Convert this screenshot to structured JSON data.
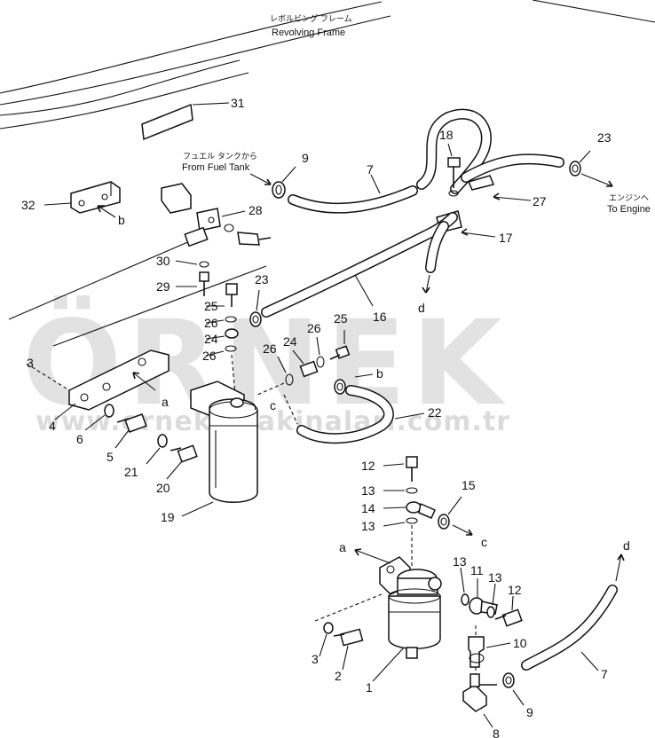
{
  "watermark": {
    "brand": "ÖRNEK",
    "url": "www.orneksmakinalari.com.tr"
  },
  "frame_label": {
    "jp": "レボルビング フレーム",
    "en": "Revolving Frame"
  },
  "fuel_tank_label": {
    "jp": "フュエル タンクから",
    "en": "From Fuel Tank"
  },
  "engine_label": {
    "jp": "エンジンへ",
    "en": "To Engine"
  },
  "callouts": {
    "c31": "31",
    "c32": "32",
    "cb1": "b",
    "c9a": "9",
    "c7a": "7",
    "c28": "28",
    "c18": "18",
    "c23a": "23",
    "c27": "27",
    "c17": "17",
    "cd1": "d",
    "c30": "30",
    "c29": "29",
    "c25a": "25",
    "c23b": "23",
    "c16": "16",
    "c26a": "26",
    "c24a": "24",
    "c26b": "26",
    "c25b": "25",
    "c24b": "24",
    "c26c": "26",
    "c26d": "26",
    "cb2": "b",
    "c3": "3",
    "ca1": "a",
    "c4": "4",
    "c6": "6",
    "c5": "5",
    "c21": "21",
    "c20": "20",
    "c19": "19",
    "cc1": "c",
    "c22": "22",
    "c12a": "12",
    "c13a": "13",
    "c14": "14",
    "c13b": "13",
    "c15": "15",
    "cc2": "c",
    "ca2": "a",
    "cd2": "d",
    "c13c": "13",
    "c11": "11",
    "c13d": "13",
    "c12b": "12",
    "c10": "10",
    "c3b": "3",
    "c2": "2",
    "c1": "1",
    "c7b": "7",
    "c9b": "9",
    "c8": "8"
  }
}
